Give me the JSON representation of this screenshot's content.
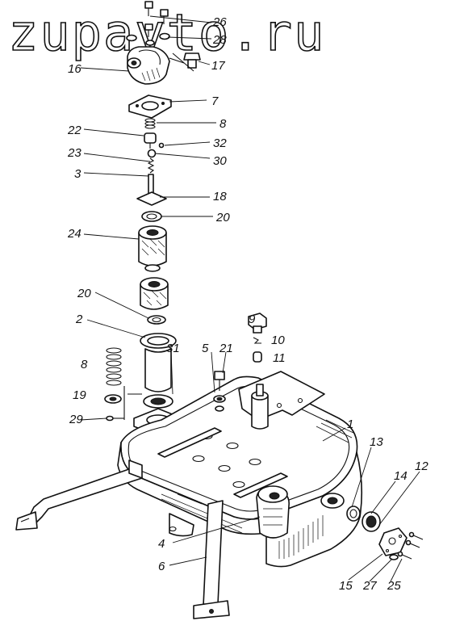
{
  "watermark": "zupavto.ru",
  "labels": {
    "l1": "1",
    "l2": "2",
    "l3": "3",
    "l4": "4",
    "l5": "5",
    "l6": "6",
    "l7": "7",
    "l8a": "8",
    "l8b": "8",
    "l9": "9",
    "l10": "10",
    "l11": "11",
    "l12": "12",
    "l13": "13",
    "l14": "14",
    "l15": "15",
    "l16": "16",
    "l17": "17",
    "l18": "18",
    "l19": "19",
    "l20a": "20",
    "l20b": "20",
    "l21": "21",
    "l22": "22",
    "l23": "23",
    "l24": "24",
    "l25": "25",
    "l26": "26",
    "l27": "27",
    "l28": "28",
    "l29": "29",
    "l30": "30",
    "l31": "31",
    "l32": "32"
  }
}
